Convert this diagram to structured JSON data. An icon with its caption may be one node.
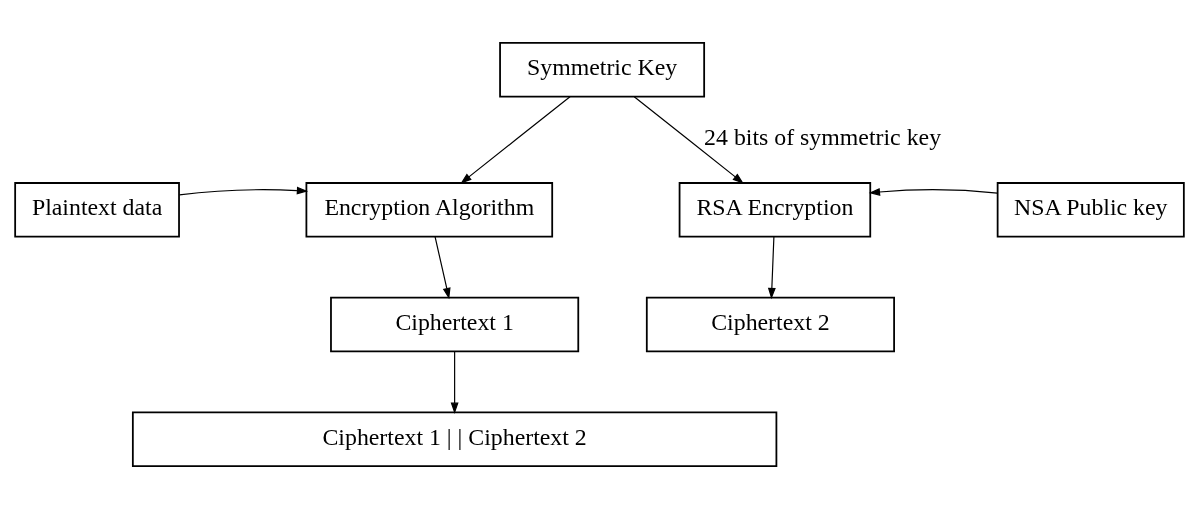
{
  "diagram": {
    "nodes": [
      {
        "text": [
          "Symmetric Key"
        ]
      },
      {
        "text": [
          "Plaintext data"
        ]
      },
      {
        "text": [
          "Encryption Algorithm"
        ]
      },
      {
        "text": [
          "RSA Encryption"
        ]
      },
      {
        "text": [
          "NSA Public key"
        ]
      },
      {
        "text": [
          "Ciphertext 1"
        ]
      },
      {
        "text": [
          "Ciphertext 2"
        ]
      },
      {
        "text": [
          "Ciphertext 1 | | Ciphertext 2"
        ]
      }
    ],
    "edges": [
      {
        "from": 0,
        "to": 2,
        "arrow": "to"
      },
      {
        "from": 0,
        "to": 3,
        "arrow": "to",
        "label": "24 bits of symmetric key"
      },
      {
        "from": 1,
        "to": 2,
        "arrow": "to"
      },
      {
        "from": 4,
        "to": 3,
        "arrow": "to"
      },
      {
        "from": 2,
        "to": 5,
        "arrow": "to"
      },
      {
        "from": 3,
        "to": 6,
        "arrow": "to"
      },
      {
        "from": 5,
        "to": 7,
        "arrow": "to"
      }
    ]
  }
}
